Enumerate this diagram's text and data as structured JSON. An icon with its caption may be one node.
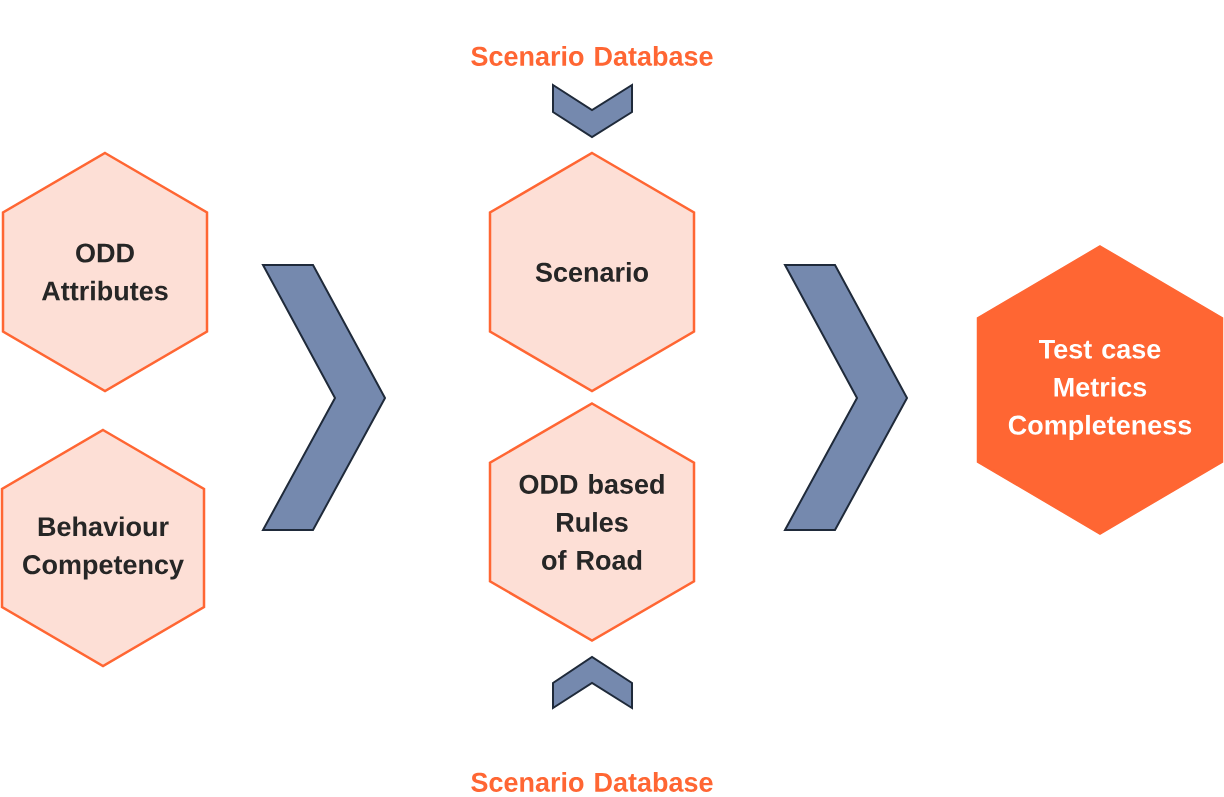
{
  "diagram": {
    "nodes": [
      {
        "text": [
          "ODD Attributes"
        ]
      },
      {
        "text": [
          "Behaviour Competency"
        ]
      },
      {
        "text": [
          "Scenario"
        ]
      },
      {
        "text": [
          "ODD based Rules of Road"
        ]
      },
      {
        "text": [
          "Test case Metrics Completeness"
        ]
      },
      {
        "text": [
          "Scenario Database"
        ]
      },
      {
        "text": [
          "Scenario Database"
        ]
      }
    ],
    "edges": [
      {
        "from": 0,
        "to": 2,
        "arrow": "to"
      },
      {
        "from": 1,
        "to": 3,
        "arrow": "to"
      },
      {
        "from": 2,
        "to": 4,
        "arrow": "to"
      },
      {
        "from": 3,
        "to": 4,
        "arrow": "to"
      },
      {
        "from": 5,
        "to": 2,
        "arrow": "to"
      },
      {
        "from": 6,
        "to": 3,
        "arrow": "to"
      }
    ]
  }
}
